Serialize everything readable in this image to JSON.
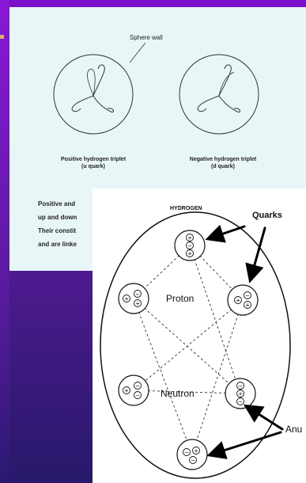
{
  "top_panel": {
    "label_sphere_wall": "Sphere wall",
    "caption_left_1": "Positive hydrogen triplet",
    "caption_left_2": "(u quark)",
    "caption_right_1": "Negative hydrogen triplet",
    "caption_right_2": "(d quark)",
    "paragraph_lines": [
      "Positive and",
      "up and down",
      "Their constit",
      "and are linke"
    ]
  },
  "bottom_panel": {
    "title": "HYDROGEN",
    "label_quarks": "Quarks",
    "label_proton": "Proton",
    "label_neutron": "Neutron",
    "label_anu": "Anu"
  },
  "colors": {
    "background_top": "#7a10c8",
    "background_bottom": "#27196a",
    "top_panel": "#e9f6f8",
    "bottom_panel": "#ffffff"
  }
}
